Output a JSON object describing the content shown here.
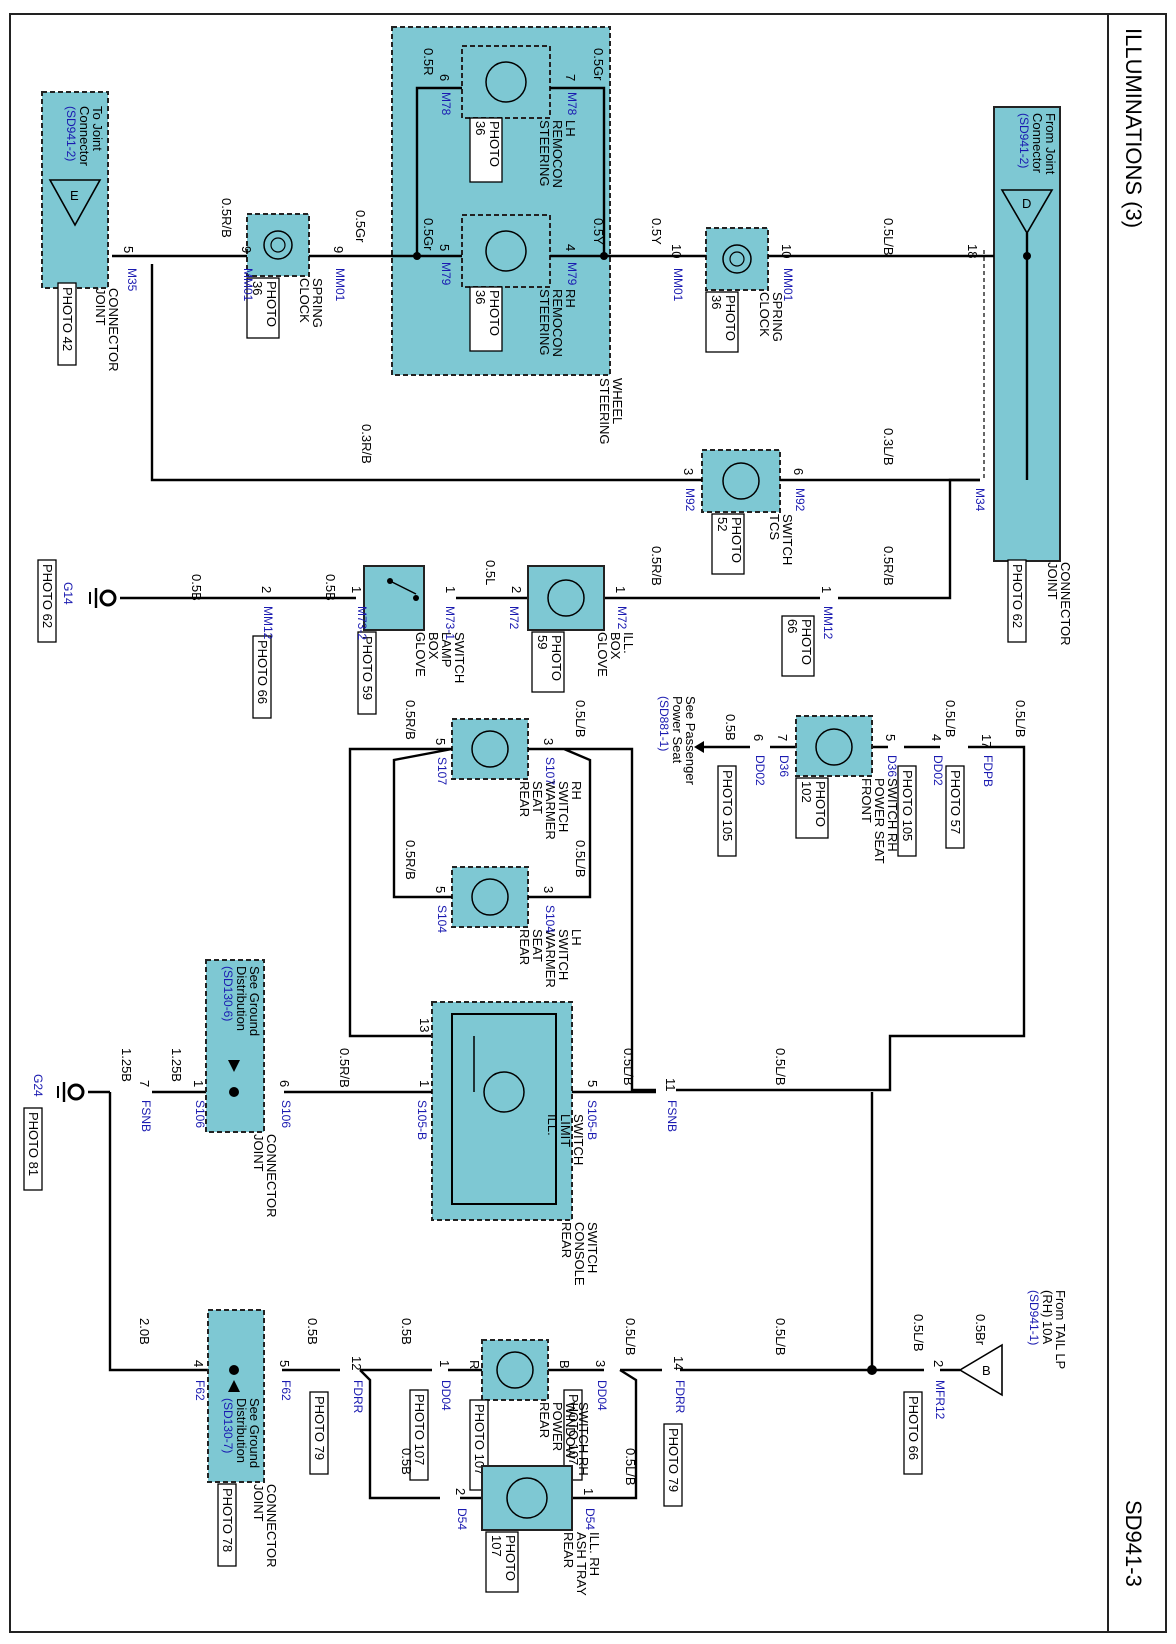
{
  "title": "ILLUMINATIONS (3)",
  "code": "SD941-3",
  "colors": {
    "component": "#7ec8d3",
    "wire": "#000000",
    "connector": "#1a1ab0",
    "border": "#222222"
  },
  "components": {
    "joint_m35": {
      "lines": [
        "To Joint",
        "Connector",
        "(SD941-2)"
      ],
      "symbol": "E",
      "name": [
        "JOINT",
        "CONNECTOR"
      ],
      "photo": "PHOTO 42"
    },
    "joint_m34": {
      "lines": [
        "From Joint",
        "Connector",
        "(SD941-2)"
      ],
      "symbol": "D",
      "name": [
        "JOINT",
        "CONNECTOR"
      ],
      "photo": "PHOTO 62"
    },
    "clock_spring_left": {
      "name": [
        "CLOCK",
        "SPRING"
      ],
      "photo": [
        "PHOTO",
        "36"
      ]
    },
    "clock_spring_right": {
      "name": [
        "CLOCK",
        "SPRING"
      ],
      "photo": [
        "PHOTO",
        "36"
      ]
    },
    "remocon_lh": {
      "name": [
        "STEERING",
        "REMOCON",
        "LH"
      ],
      "photo": [
        "PHOTO",
        "36"
      ]
    },
    "remocon_rh": {
      "name": [
        "STEERING",
        "REMOCON",
        "RH"
      ],
      "photo": [
        "PHOTO",
        "36"
      ]
    },
    "steering_wheel": {
      "name": [
        "STEERING",
        "WHEEL"
      ]
    },
    "tcs_switch": {
      "name": [
        "TCS",
        "SWITCH"
      ],
      "photo": [
        "PHOTO",
        "52"
      ]
    },
    "glove_box_ill": {
      "name": [
        "GLOVE",
        "BOX",
        "ILL."
      ],
      "photo": [
        "PHOTO",
        "59"
      ]
    },
    "glove_box_lamp_switch": {
      "name": [
        "GLOVE",
        "BOX",
        "LAMP",
        "SWITCH"
      ],
      "photo": "PHOTO 59"
    },
    "mm12_photo": {
      "photo": [
        "PHOTO",
        "66"
      ]
    },
    "mm12_photo2": {
      "photo": "PHOTO 66"
    },
    "g14": {
      "label": "G14",
      "photo": "PHOTO 62"
    },
    "g24": {
      "label": "G24",
      "photo": "PHOTO 81"
    },
    "front_power_seat": {
      "name": [
        "FRONT",
        "POWER SEAT",
        "SWITCH RH"
      ],
      "photo": [
        "PHOTO",
        "102"
      ]
    },
    "see_passenger": {
      "lines": [
        "See Passenger",
        "Power Seat",
        "(SD881-1)"
      ]
    },
    "rear_seat_rh": {
      "name": [
        "REAR",
        "SEAT",
        "WARMER",
        "SWITCH",
        "RH"
      ]
    },
    "rear_seat_lh": {
      "name": [
        "REAR",
        "SEAT",
        "WARMER",
        "SWITCH",
        "LH"
      ]
    },
    "ill_limit": {
      "name": [
        "ILL.",
        "LIMIT",
        "SWITCH"
      ],
      "outer": [
        "REAR",
        "CONSOLE",
        "SWITCH"
      ]
    },
    "ground_s106": {
      "lines": [
        "See Ground",
        "Distribution",
        "(SD130-6)"
      ],
      "name": [
        "JOINT",
        "CONNECTOR"
      ]
    },
    "ground_f62": {
      "lines": [
        "See Ground",
        "Distribution",
        "(SD130-7)"
      ],
      "name": [
        "JOINT",
        "CONNECTOR"
      ],
      "photo": "PHOTO 78"
    },
    "tail_lp": {
      "lines": [
        "From TAIL LP",
        "(RH) 10A",
        "(SD941-1)"
      ],
      "symbol": "B"
    },
    "rear_power_window": {
      "name": [
        "REAR",
        "POWER",
        "WINDOW",
        "SWITCH RH"
      ],
      "photo": "PHOTO 107"
    },
    "rear_ash_tray": {
      "name": [
        "REAR",
        "ASH TRAY",
        "ILL. RH"
      ],
      "photo": [
        "PHOTO",
        "107"
      ]
    },
    "photo_fdpb": {
      "photo": "PHOTO 57"
    },
    "photo_dd02": {
      "photo": "PHOTO 105"
    },
    "photo_dd02b": {
      "photo": "PHOTO 105"
    },
    "photo_mfr12": {
      "photo": "PHOTO 66"
    },
    "photo_fdrr": {
      "photo": "PHOTO 79"
    },
    "photo_fdrr2": {
      "photo": "PHOTO 79"
    },
    "photo_dd04": {
      "photo": "PHOTO 107"
    },
    "photo_dd04b": {
      "photo": "PHOTO 107"
    }
  },
  "wires": {
    "w05Rb_a": "0.5R/B",
    "w05Gr_a": "0.5Gr",
    "w05Gr_b": "0.5Gr",
    "w05Gr_c": "0.5Gr",
    "w05R": "0.5R",
    "w05Y_a": "0.5Y",
    "w05Y_b": "0.5Y",
    "w05LB_a": "0.5L/B",
    "w03RB": "0.3R/B",
    "w03LB": "0.3L/B",
    "w05RB_g1": "0.5R/B",
    "w05RB_g2": "0.5R/B",
    "w05L": "0.5L",
    "w05B_g1": "0.5B",
    "w05B_g2": "0.5B",
    "w05LB_f1": "0.5L/B",
    "w05LB_f2": "0.5L/B",
    "w05B_f": "0.5B",
    "w05RB_s1": "0.5R/B",
    "w05LB_s1": "0.5L/B",
    "w05RB_s2": "0.5R/B",
    "w05LB_s2": "0.5L/B",
    "w125B_a": "1.25B",
    "w125B_b": "1.25B",
    "w05RB_l": "0.5R/B",
    "w05LB_l": "0.5L/B",
    "w05LB_l2": "0.5L/B",
    "w05Br": "0.5Br",
    "w05LB_m": "0.5L/B",
    "w05LB_m2": "0.5L/B",
    "w05LB_p": "0.5L/B",
    "w05B_p": "0.5B",
    "w05B_p2": "0.5B",
    "w05LB_a2": "0.5L/B",
    "w05B_a": "0.5B",
    "w20B": "2.0B"
  },
  "connectors": {
    "M35": "M35",
    "MM01a": "MM01",
    "MM01b": "MM01",
    "MM01c": "MM01",
    "MM01d": "MM01",
    "M78a": "M78",
    "M78b": "M78",
    "M79a": "M79",
    "M79b": "M79",
    "M92a": "M92",
    "M92b": "M92",
    "M34": "M34",
    "MM12a": "MM12",
    "MM12b": "MM12",
    "M72a": "M72",
    "M72b": "M72",
    "M73_1": "M73-1",
    "M73_2": "M73-2",
    "FDPB": "FDPB",
    "DD02": "DD02",
    "D36a": "D36",
    "D36b": "D36",
    "DD02b": "DD02",
    "S107a": "S107",
    "S107b": "S107",
    "S104a": "S104",
    "S104b": "S104",
    "FSNB_a": "FSNB",
    "S105a": "S105-B",
    "S105b": "S105-B",
    "S106a": "S106",
    "S106b": "S106",
    "FSNB_b": "FSNB",
    "MFR12": "MFR12",
    "FDRR_a": "FDRR",
    "DD04a": "DD04",
    "DD04b": "DD04",
    "FDRR_b": "FDRR",
    "F62a": "F62",
    "F62b": "F62",
    "D54a": "D54",
    "D54b": "D54"
  },
  "pins": {
    "p5a": "5",
    "p9a": "9",
    "p9b": "9",
    "p6": "6",
    "p7": "7",
    "p5b": "5",
    "p4": "4",
    "p10a": "10",
    "p10b": "10",
    "p18": "18",
    "p3a": "3",
    "p6b": "6",
    "p1a": "1",
    "p2a": "2",
    "p1b": "1",
    "p1c": "1",
    "p2b": "2",
    "p1d": "1",
    "p17": "17",
    "p4b": "4",
    "p5c": "5",
    "p7b": "7",
    "p6c": "6",
    "p3b": "3",
    "p5d": "5",
    "p3c": "3",
    "p5e": "5",
    "p13": "13",
    "p1e": "1",
    "p5f": "5",
    "p11": "11",
    "p6d": "6",
    "p1f": "1",
    "p7c": "7",
    "p2c": "2",
    "p14": "14",
    "p3d": "3",
    "pB": "B",
    "pR": "R",
    "p1g": "1",
    "p12": "12",
    "p5g": "5",
    "p4c": "4",
    "p1h": "1",
    "p2d": "2"
  }
}
